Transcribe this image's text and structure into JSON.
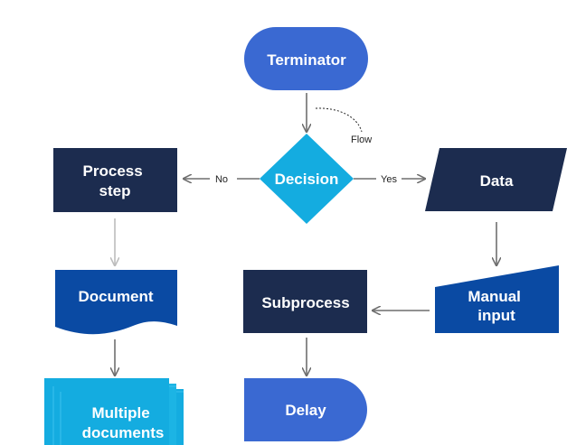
{
  "colors": {
    "navy": "#1c2c4f",
    "royal": "#3a69d2",
    "cobalt": "#0a4aa3",
    "cyan": "#14ace0",
    "arrow": "#6f6f6f",
    "arrow_light": "#bdbdbd"
  },
  "nodes": {
    "terminator": "Terminator",
    "decision": "Decision",
    "process_step": [
      "Process",
      "step"
    ],
    "data": "Data",
    "document": "Document",
    "subprocess": "Subprocess",
    "manual_input": [
      "Manual",
      "input"
    ],
    "multiple_documents": [
      "Multiple",
      "documents"
    ],
    "delay": "Delay"
  },
  "edges": {
    "no_label": "No",
    "yes_label": "Yes",
    "flow_label": "Flow"
  }
}
